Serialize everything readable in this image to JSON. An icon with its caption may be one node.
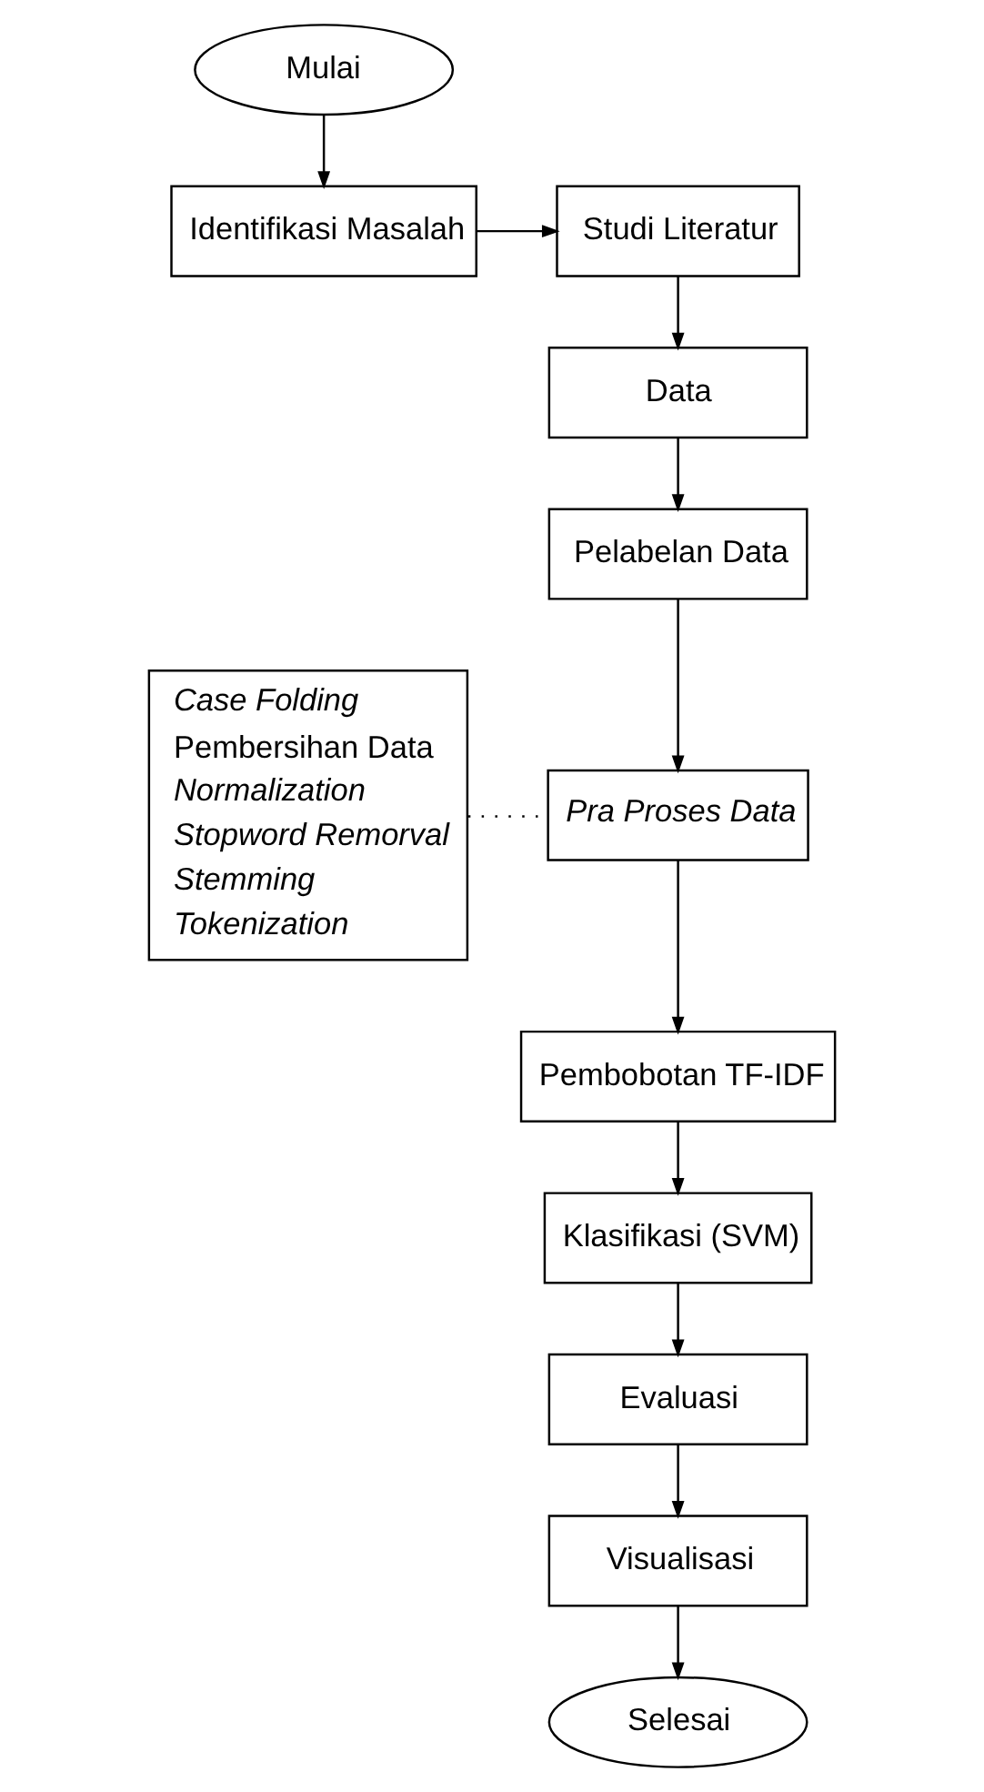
{
  "diagram": {
    "nodes": [
      {
        "text": [
          "Mulai"
        ]
      },
      {
        "text": [
          "Identifikasi Masalah"
        ]
      },
      {
        "text": [
          "Studi Literatur"
        ]
      },
      {
        "text": [
          "Data"
        ]
      },
      {
        "text": [
          "Pelabelan Data"
        ]
      },
      {
        "text": [
          "Case Folding",
          "Pembersihan Data",
          "Normalization",
          "Stopword Remorval",
          "Stemming",
          "Tokenization"
        ]
      },
      {
        "text": [
          "Pra Proses Data"
        ]
      },
      {
        "text": [
          "Pembobotan TF-IDF"
        ]
      },
      {
        "text": [
          "Klasifikasi (SVM)"
        ]
      },
      {
        "text": [
          "Evaluasi"
        ]
      },
      {
        "text": [
          "Visualisasi"
        ]
      },
      {
        "text": [
          "Selesai"
        ]
      }
    ],
    "edges": [
      {
        "from": 0,
        "to": 1,
        "arrow": "to"
      },
      {
        "from": 1,
        "to": 2,
        "arrow": "to"
      },
      {
        "from": 2,
        "to": 3,
        "arrow": "to"
      },
      {
        "from": 3,
        "to": 4,
        "arrow": "to"
      },
      {
        "from": 4,
        "to": 6,
        "arrow": "to"
      },
      {
        "from": 5,
        "to": 6,
        "arrow": "none",
        "style": "dashed"
      },
      {
        "from": 6,
        "to": 7,
        "arrow": "to"
      },
      {
        "from": 7,
        "to": 8,
        "arrow": "to"
      },
      {
        "from": 8,
        "to": 9,
        "arrow": "to"
      },
      {
        "from": 9,
        "to": 10,
        "arrow": "to"
      },
      {
        "from": 10,
        "to": 11,
        "arrow": "to"
      }
    ]
  }
}
